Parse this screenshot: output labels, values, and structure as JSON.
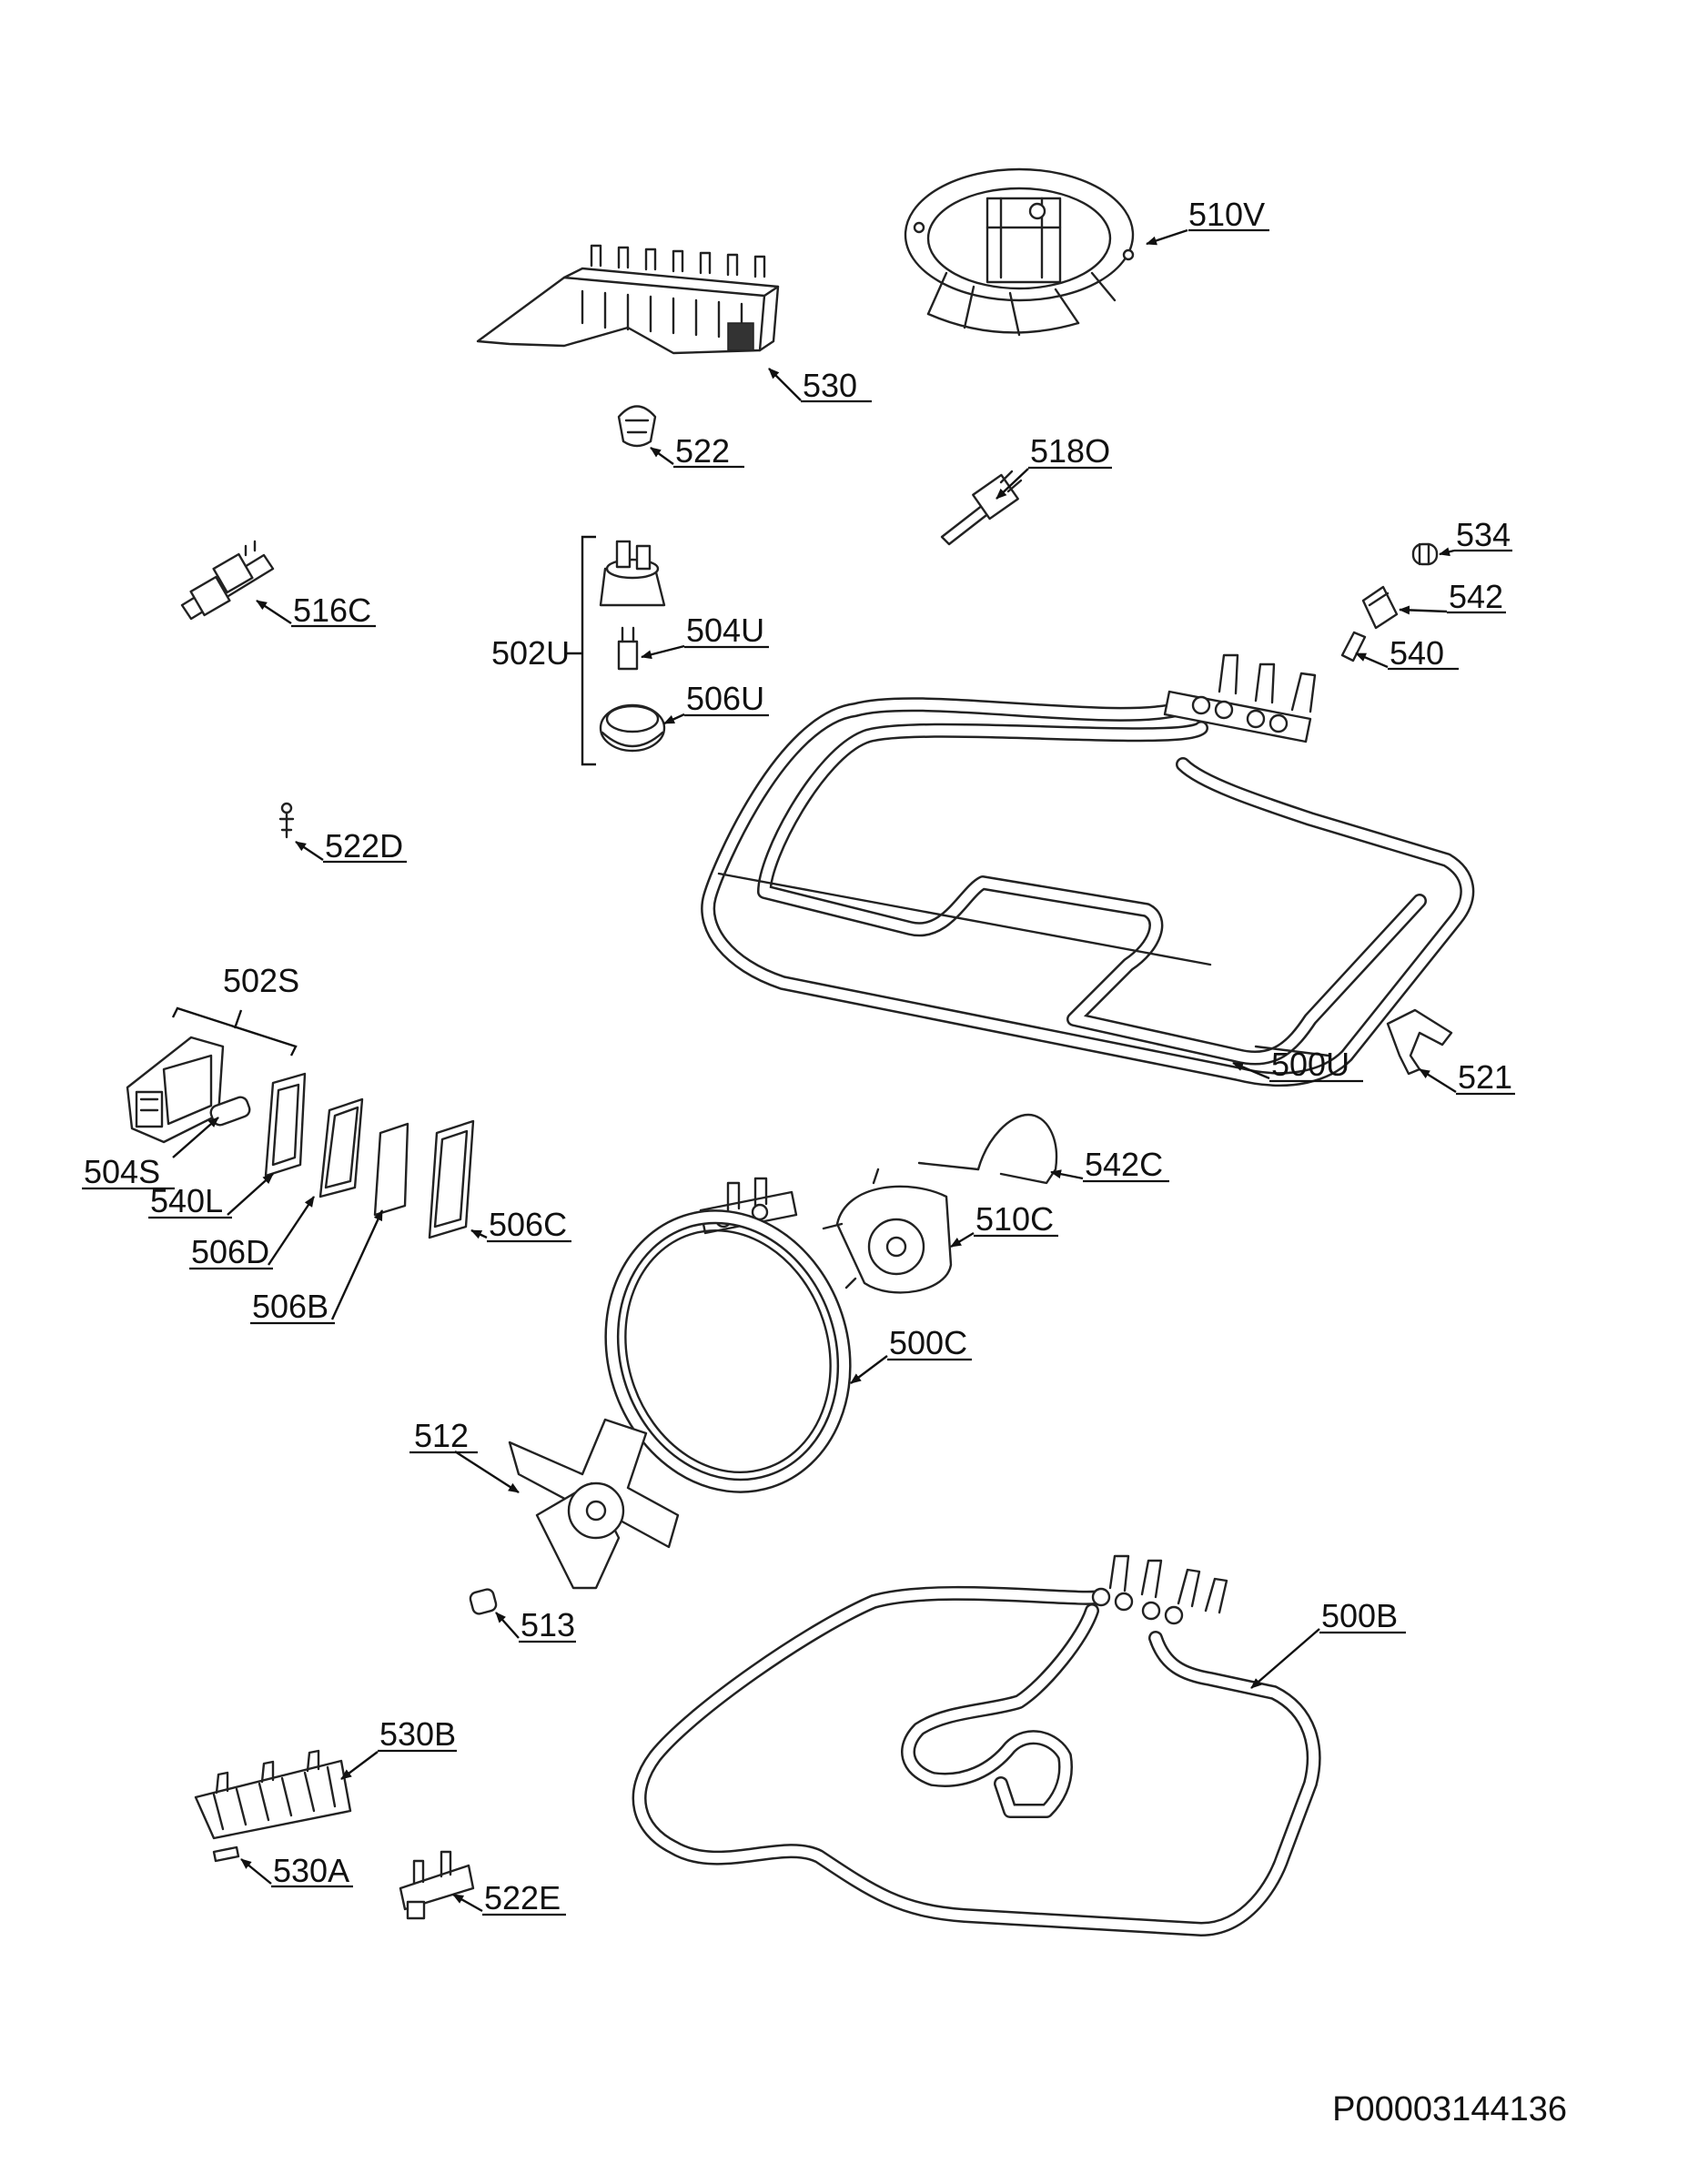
{
  "diagram": {
    "code": "P00003144136",
    "labels": {
      "p510V": "510V",
      "p530": "530",
      "p522": "522",
      "p518O": "518O",
      "p534": "534",
      "p542": "542",
      "p540": "540",
      "p516C": "516C",
      "p502U": "502U",
      "p504U": "504U",
      "p506U": "506U",
      "p522D": "522D",
      "p500U": "500U",
      "p521": "521",
      "p502S": "502S",
      "p504S": "504S",
      "p540L": "540L",
      "p506D": "506D",
      "p506B": "506B",
      "p506C": "506C",
      "p542C": "542C",
      "p510C": "510C",
      "p500C": "500C",
      "p512": "512",
      "p513": "513",
      "p500B": "500B",
      "p530B": "530B",
      "p530A": "530A",
      "p522E": "522E"
    }
  }
}
